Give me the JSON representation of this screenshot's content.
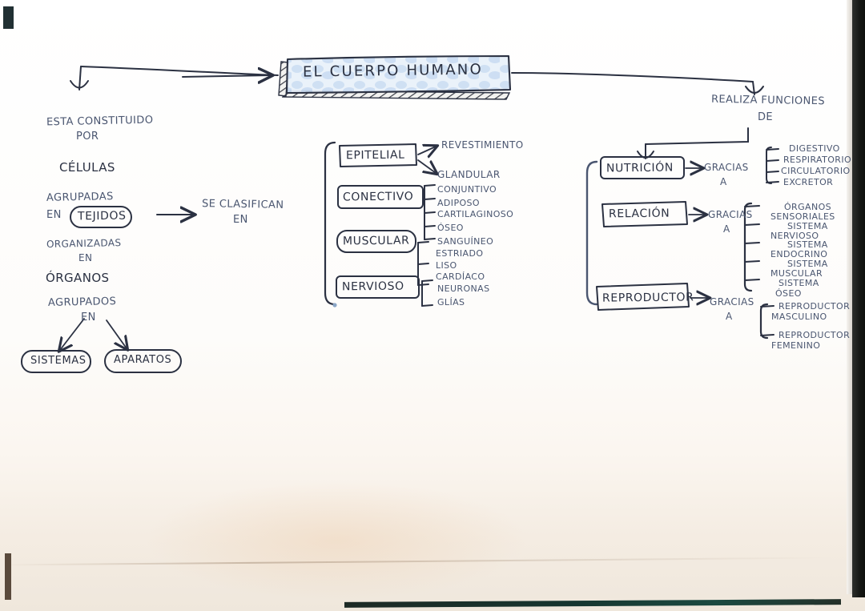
{
  "document": {
    "kind": "hand-drawn-concept-map",
    "language": "es",
    "title": "EL CUERPO HUMANO"
  },
  "central": {
    "label": "EL CUERPO HUMANO"
  },
  "left_branch": {
    "connector_1": "ESTA CONSTITUIDO",
    "connector_1b": "POR",
    "node_1": "CÉLULAS",
    "connector_2": "AGRUPADAS",
    "connector_2b": "EN",
    "node_2": "TEJIDOS",
    "connector_3": "ORGANIZADAS",
    "connector_3b": "EN",
    "node_3": "ÓRGANOS",
    "connector_4": "AGRUPADOS",
    "connector_4b": "EN",
    "node_4a": "SISTEMAS",
    "node_4b": "APARATOS"
  },
  "middle_branch": {
    "connector": "SE CLASIFICAN",
    "connector_b": "EN",
    "tissues": [
      {
        "label": "EPITELIAL",
        "subtypes": [
          "REVESTIMIENTO",
          "GLANDULAR"
        ]
      },
      {
        "label": "CONECTIVO",
        "subtypes": [
          "CONJUNTIVO",
          "ADIPOSO",
          "CARTILAGINOSO",
          "ÓSEO",
          "SANGUÍNEO"
        ]
      },
      {
        "label": "MUSCULAR",
        "subtypes": [
          "ESTRIADO",
          "LISO",
          "CARDÍACO"
        ]
      },
      {
        "label": "NERVIOSO",
        "subtypes": [
          "NEURONAS",
          "GLÍAS"
        ]
      }
    ]
  },
  "right_branch": {
    "connector": "REALIZA FUNCIONES",
    "connector_b": "DE",
    "functions": [
      {
        "label": "NUTRICIÓN",
        "link": "GRACIAS",
        "link_b": "A",
        "systems": [
          "DIGESTIVO",
          "RESPIRATORIO",
          "CIRCULATORIO",
          "EXCRETOR"
        ]
      },
      {
        "label": "RELACIÓN",
        "link": "GRACIAS",
        "link_b": "A",
        "systems": [
          "ÓRGANOS",
          "SENSORIALES",
          "SISTEMA",
          "NERVIOSO",
          "SISTEMA",
          "ENDOCRINO",
          "SISTEMA",
          "MUSCULAR",
          "SISTEMA",
          "ÓSEO"
        ]
      },
      {
        "label": "REPRODUCTOR",
        "link": "GRACIAS",
        "link_b": "A",
        "systems": [
          "REPRODUCTOR",
          "MASCULINO",
          "REPRODUCTOR",
          "FEMENINO"
        ]
      }
    ]
  },
  "colors": {
    "ink_dark": "#2b3142",
    "ink_blue": "#4a5670",
    "title_fill": "#cfe0f2",
    "paper": "#ffffff",
    "desk": "#efe7dc",
    "edge_dark": "#15171405"
  }
}
